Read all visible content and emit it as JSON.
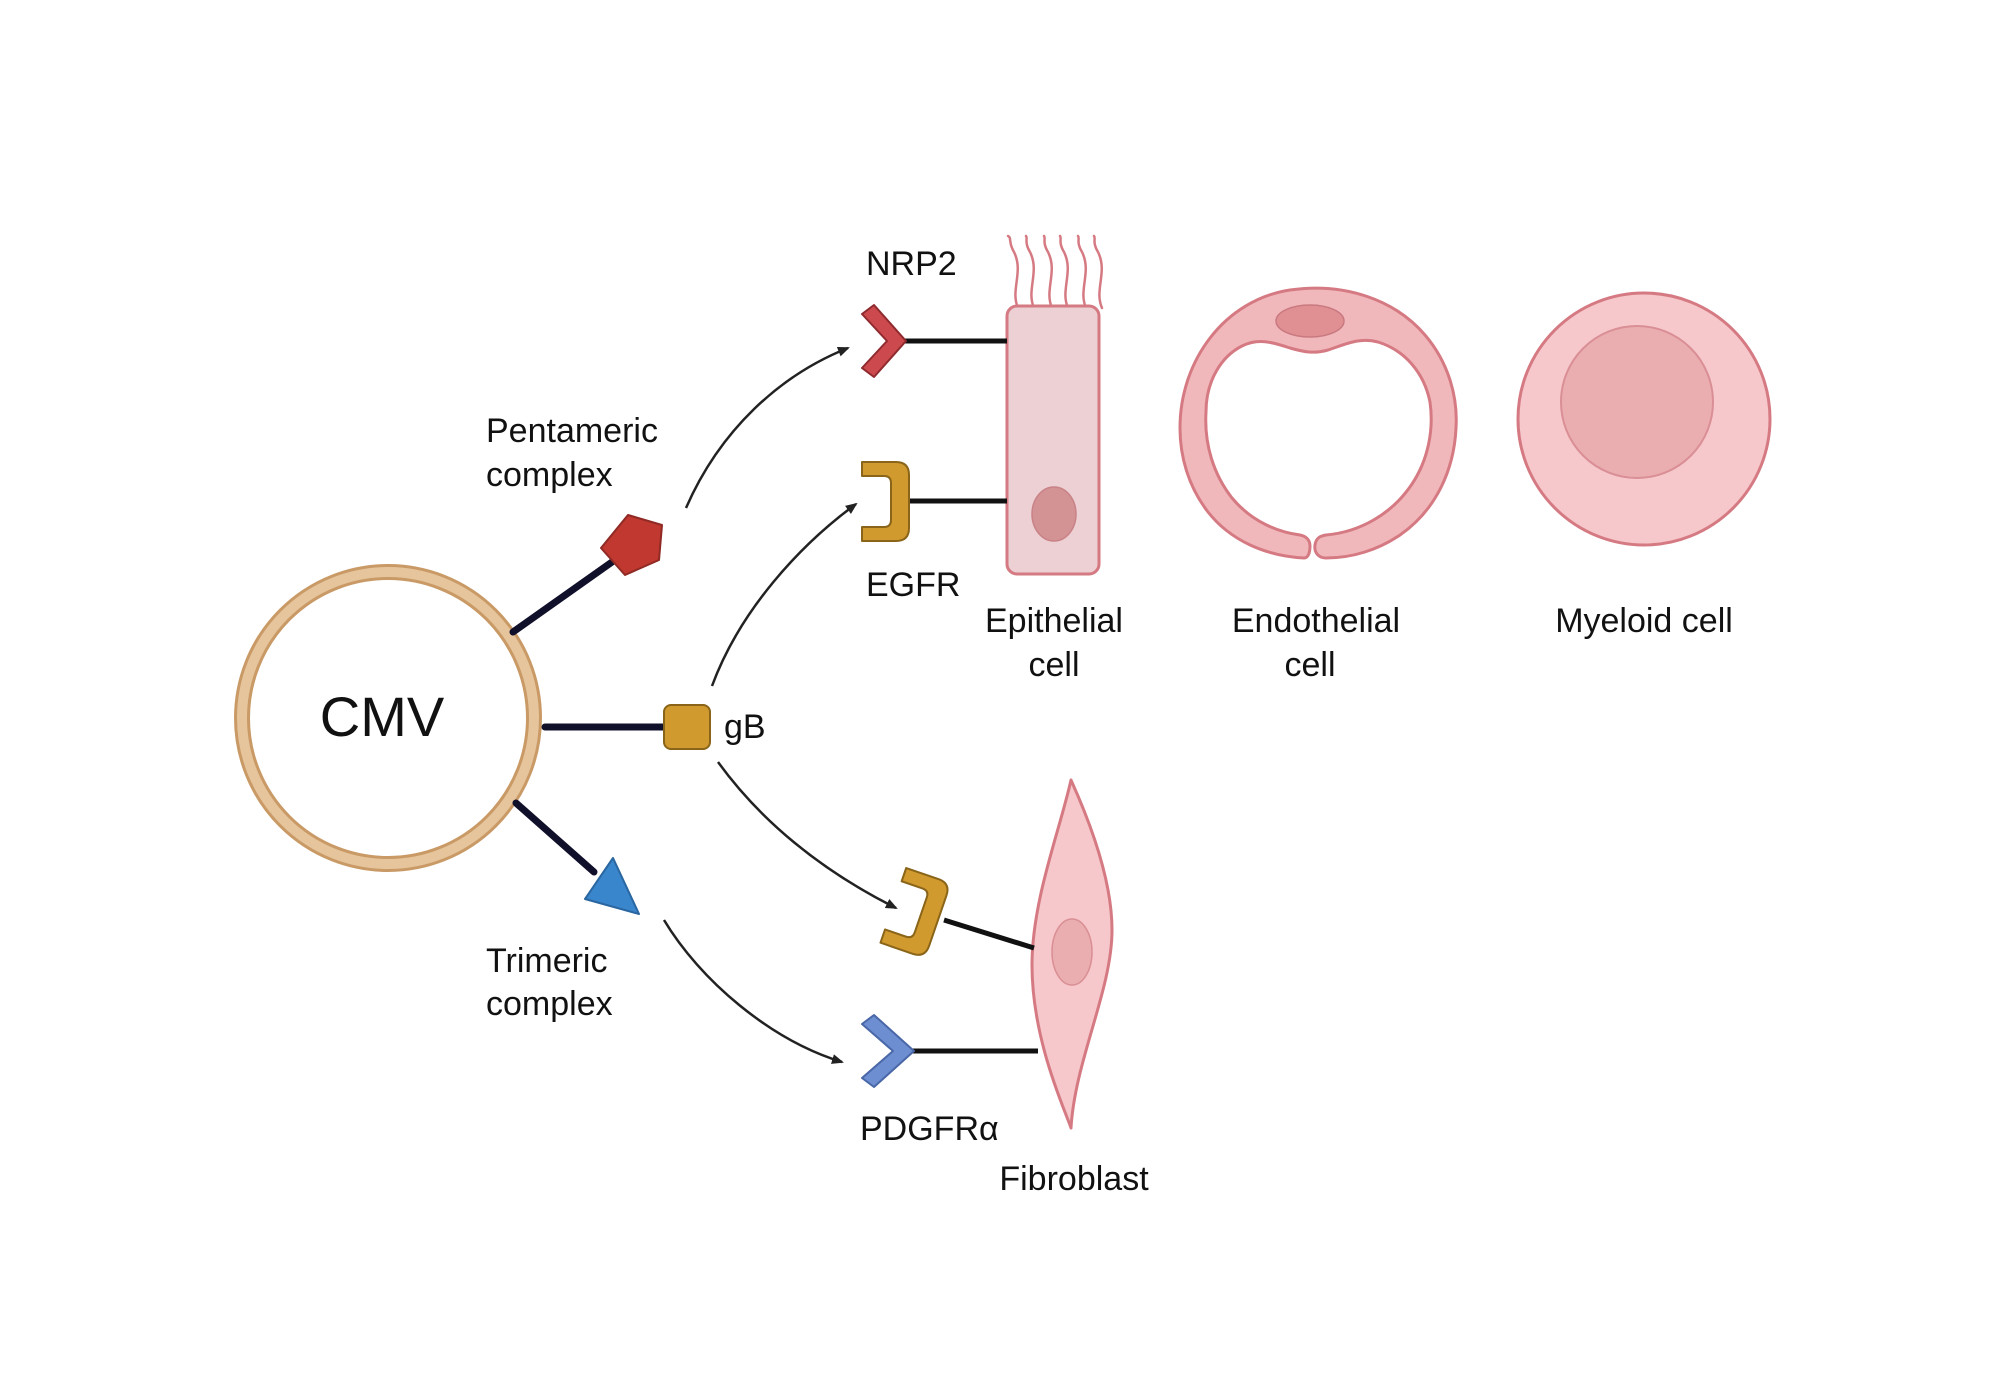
{
  "virus": {
    "label": "CMV"
  },
  "ligands": {
    "pentamer": {
      "label_line1": "Pentameric",
      "label_line2": "complex",
      "color": "#c0382f"
    },
    "gb": {
      "label": "gB",
      "color": "#d09a2e"
    },
    "trimer": {
      "label_line1": "Trimeric",
      "label_line2": "complex",
      "color": "#3a86cc"
    }
  },
  "receptors": {
    "nrp2": {
      "label": "NRP2",
      "color": "#cc4a4e"
    },
    "egfr": {
      "label": "EGFR",
      "color": "#d09a2e"
    },
    "pdgfra": {
      "label": "PDGFRα",
      "color": "#6d8ed0"
    }
  },
  "cells": {
    "epithelial": {
      "label_line1": "Epithelial",
      "label_line2": "cell"
    },
    "endothelial": {
      "label_line1": "Endothelial",
      "label_line2": "cell"
    },
    "myeloid": {
      "label": "Myeloid cell"
    },
    "fibroblast": {
      "label": "Fibroblast"
    }
  },
  "colors": {
    "connector": "#10102a",
    "arrow": "#222222",
    "virus_envelope": "#dcb689",
    "cell_fill": "#f3c4c6",
    "cell_border": "#d57a82"
  }
}
